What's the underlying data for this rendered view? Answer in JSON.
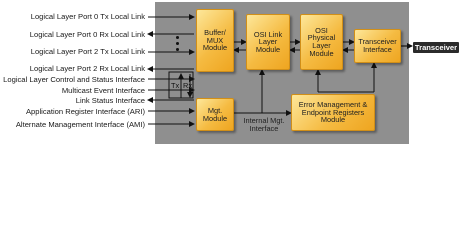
{
  "interfaces": [
    "Logical Layer Port 0 Tx Local Link",
    "Logical Layer Port 0 Rx Local Link",
    "Logical Layer Port 2 Tx Local Link",
    "Logical Layer Port 2 Rx Local Link",
    "Logical Layer Control and Status Interface",
    "Multicast Event Interface",
    "Link Status Interface",
    "Application Register Interface (ARI)",
    "Alternate Management Interface (AMI)"
  ],
  "blocks": {
    "buffer": "Buffer/ MUX Module",
    "osi_link": "OSI Link Layer Module",
    "osi_phys": "OSI Physical Layer Module",
    "transceiver_if": "Transceiver Interface",
    "mgt": "Mgt. Module",
    "error_mgmt": "Error Management & Endpoint Registers Module"
  },
  "tx_label": "Tx",
  "rx_label": "Rx",
  "internal_mgt": "Internal Mgt. Interface",
  "transceiver_tag": "Transceiver",
  "colors": {
    "panel": "#8f8f8f",
    "block_fill": "#f5bb42",
    "arrow": "#111111"
  }
}
